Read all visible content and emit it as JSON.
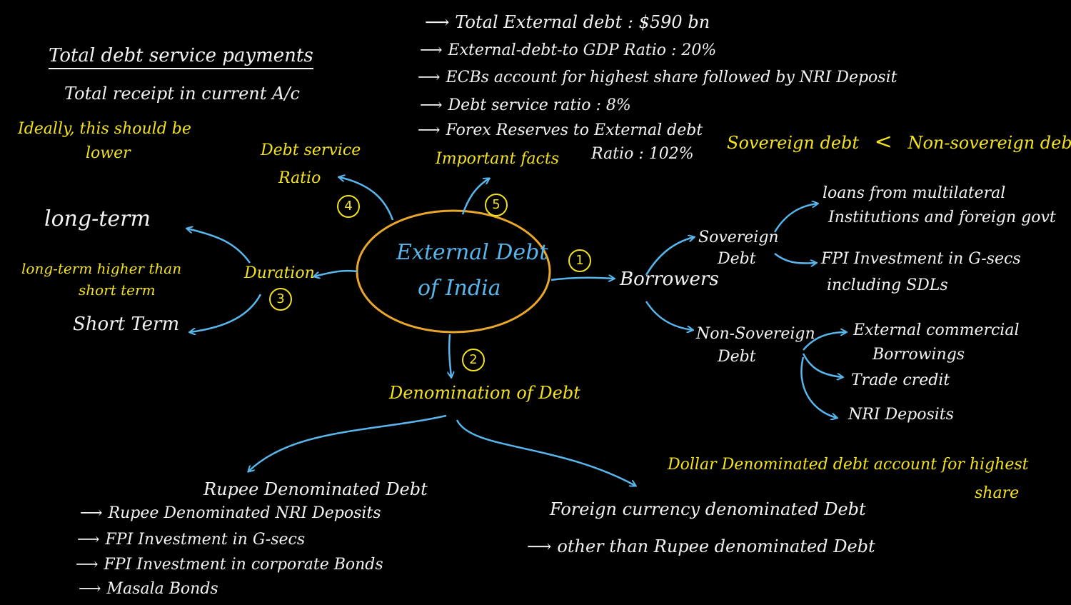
{
  "center": {
    "line1": "External Debt",
    "line2": "of India"
  },
  "nodes": {
    "borrowers": "Borrowers",
    "denomination": "Denomination of Debt",
    "duration": "Duration",
    "debt_service": {
      "line1": "Debt service",
      "line2": "Ratio"
    },
    "important": "Important facts"
  },
  "numbers": {
    "n1": "1",
    "n2": "2",
    "n3": "3",
    "n4": "4",
    "n5": "5"
  },
  "facts": [
    "Total External debt : $590 bn",
    "External-debt-to GDP Ratio : 20%",
    "ECBs account for highest share followed by NRI Deposit",
    "Debt service ratio : 8%",
    "Forex Reserves to External debt",
    "Ratio : 102%"
  ],
  "debt_service_def": {
    "numerator": "Total debt service payments",
    "denominator": "Total receipt in current A/c",
    "note1": "Ideally, this should be",
    "note2": "lower"
  },
  "sovereign_compare": {
    "left": "Sovereign debt",
    "symbol": "<",
    "right": "Non-sovereign debt"
  },
  "sovereign": {
    "label1": "Sovereign",
    "label2": "Debt",
    "items": [
      {
        "line1": "loans from multilateral",
        "line2": "Institutions and foreign govt"
      },
      {
        "line1": "FPI Investment in G-secs",
        "line2": "including SDLs"
      }
    ]
  },
  "non_sovereign": {
    "label1": "Non-Sovereign",
    "label2": "Debt",
    "items": [
      {
        "line1": "External commercial",
        "line2": "Borrowings"
      },
      {
        "line1": "Trade credit",
        "line2": ""
      },
      {
        "line1": "NRI Deposits",
        "line2": ""
      }
    ]
  },
  "duration": {
    "long": "long-term",
    "note1": "long-term higher than",
    "note2": "short term",
    "short": "Short Term"
  },
  "rupee": {
    "title": "Rupee Denominated Debt",
    "items": [
      "Rupee Denominated NRI Deposits",
      "FPI Investment in G-secs",
      "FPI Investment in corporate Bonds",
      "Masala Bonds"
    ]
  },
  "foreign": {
    "title": "Foreign currency denominated Debt",
    "item": "other than Rupee denominated Debt",
    "note1": "Dollar Denominated debt account for highest",
    "note2": "share"
  },
  "colors": {
    "background": "#000000",
    "text": "#f2f2f2",
    "highlight": "#f2e21c",
    "accent": "#58b6ec",
    "circle": "#e8a62a"
  }
}
